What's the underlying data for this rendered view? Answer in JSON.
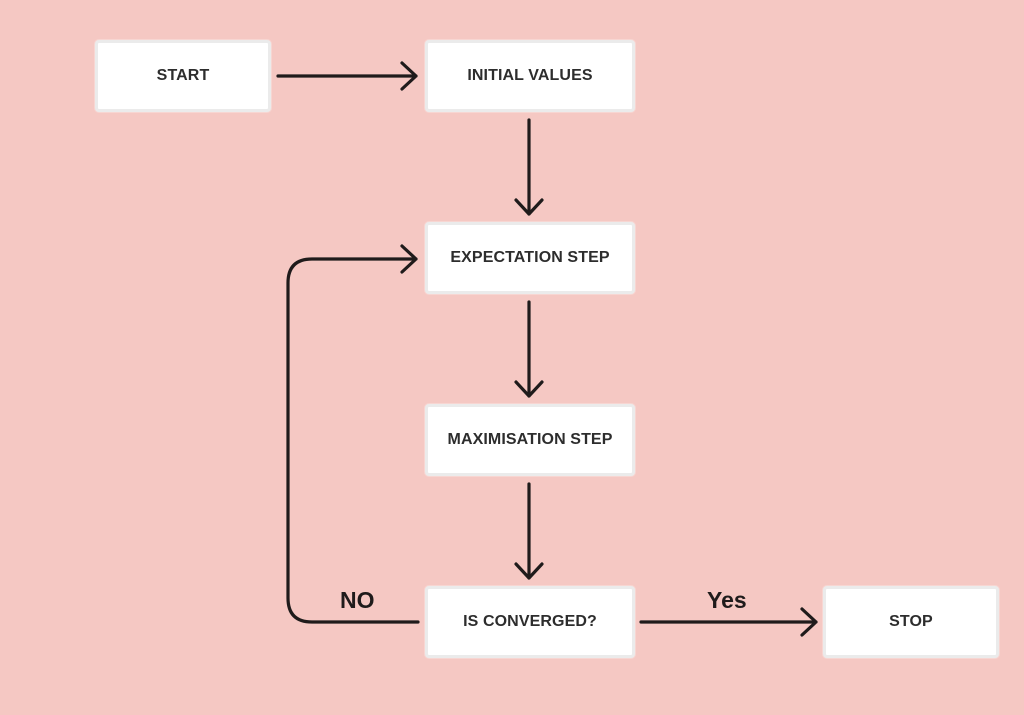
{
  "nodes": {
    "start": "START",
    "initial_values": "INITIAL VALUES",
    "expectation": "EXPECTATION STEP",
    "maximisation": "MAXIMISATION STEP",
    "converged": "IS CONVERGED?",
    "stop": "STOP"
  },
  "edges": {
    "no": "NO",
    "yes": "Yes"
  },
  "colors": {
    "background": "#f5c8c3",
    "node_fill": "#ffffff",
    "node_border": "#ebebeb",
    "arrow": "#1f1b1b",
    "node_text": "#2d2d2d"
  }
}
